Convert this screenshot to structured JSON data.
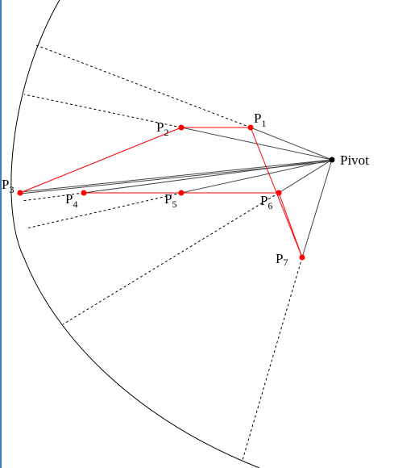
{
  "colors": {
    "path": "#ff0000",
    "points": "#ff0000",
    "pivot": "#000000",
    "arc": "#000000",
    "rays": "#444444",
    "frame": "#3f7fbf"
  },
  "labels": {
    "pivot": "Pivot",
    "p1": {
      "base": "P",
      "sub": "1"
    },
    "p2": {
      "base": "P",
      "sub": "2"
    },
    "p3": {
      "base": "P",
      "sub": "3"
    },
    "p4": {
      "base": "P",
      "sub": "4"
    },
    "p5": {
      "base": "P",
      "sub": "5"
    },
    "p6": {
      "base": "P",
      "sub": "6"
    },
    "p7": {
      "base": "P",
      "sub": "7"
    }
  }
}
